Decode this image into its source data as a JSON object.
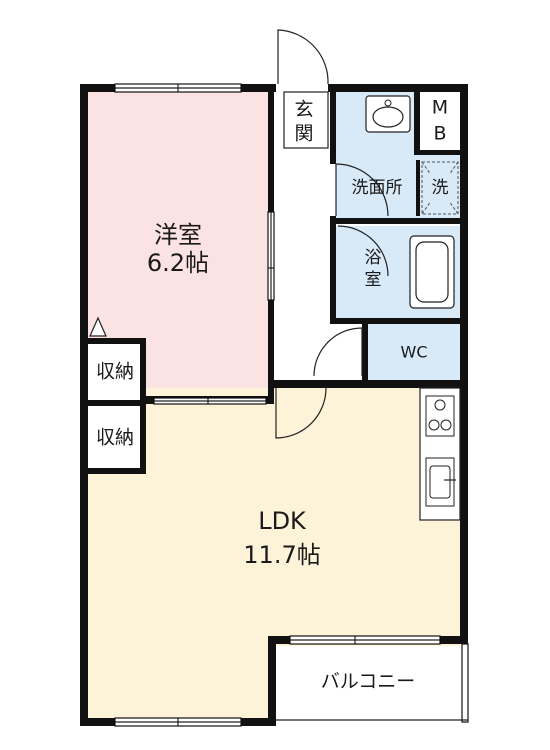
{
  "colors": {
    "wall": "#111111",
    "western_room": "#fbe3e3",
    "ldk": "#fdf3d9",
    "water_area": "#d8e9f7",
    "corridor": "#ffffff"
  },
  "rooms": {
    "western_room": {
      "name": "洋室",
      "area": "6.2帖"
    },
    "ldk": {
      "name": "LDK",
      "area": "11.7帖"
    },
    "entrance": {
      "name_line1": "玄",
      "name_line2": "関"
    },
    "meter_box": {
      "line1": "M",
      "line2": "B"
    },
    "washroom": {
      "name": "洗面所"
    },
    "washer": {
      "name": "洗"
    },
    "bathroom": {
      "line1": "浴",
      "line2": "室"
    },
    "toilet": {
      "name": "WC"
    },
    "closet_upper": {
      "name": "収納"
    },
    "closet_lower": {
      "name": "収納"
    },
    "balcony": {
      "name": "バルコニー"
    }
  },
  "icons": {
    "entry_door": "door-swing-icon",
    "sink": "wash-basin-icon",
    "washer_pan": "washing-machine-pan-icon",
    "bathtub": "bathtub-icon",
    "stove": "gas-stove-icon",
    "kitchen_sink": "kitchen-sink-icon",
    "sliding_window": "sliding-window-icon"
  }
}
